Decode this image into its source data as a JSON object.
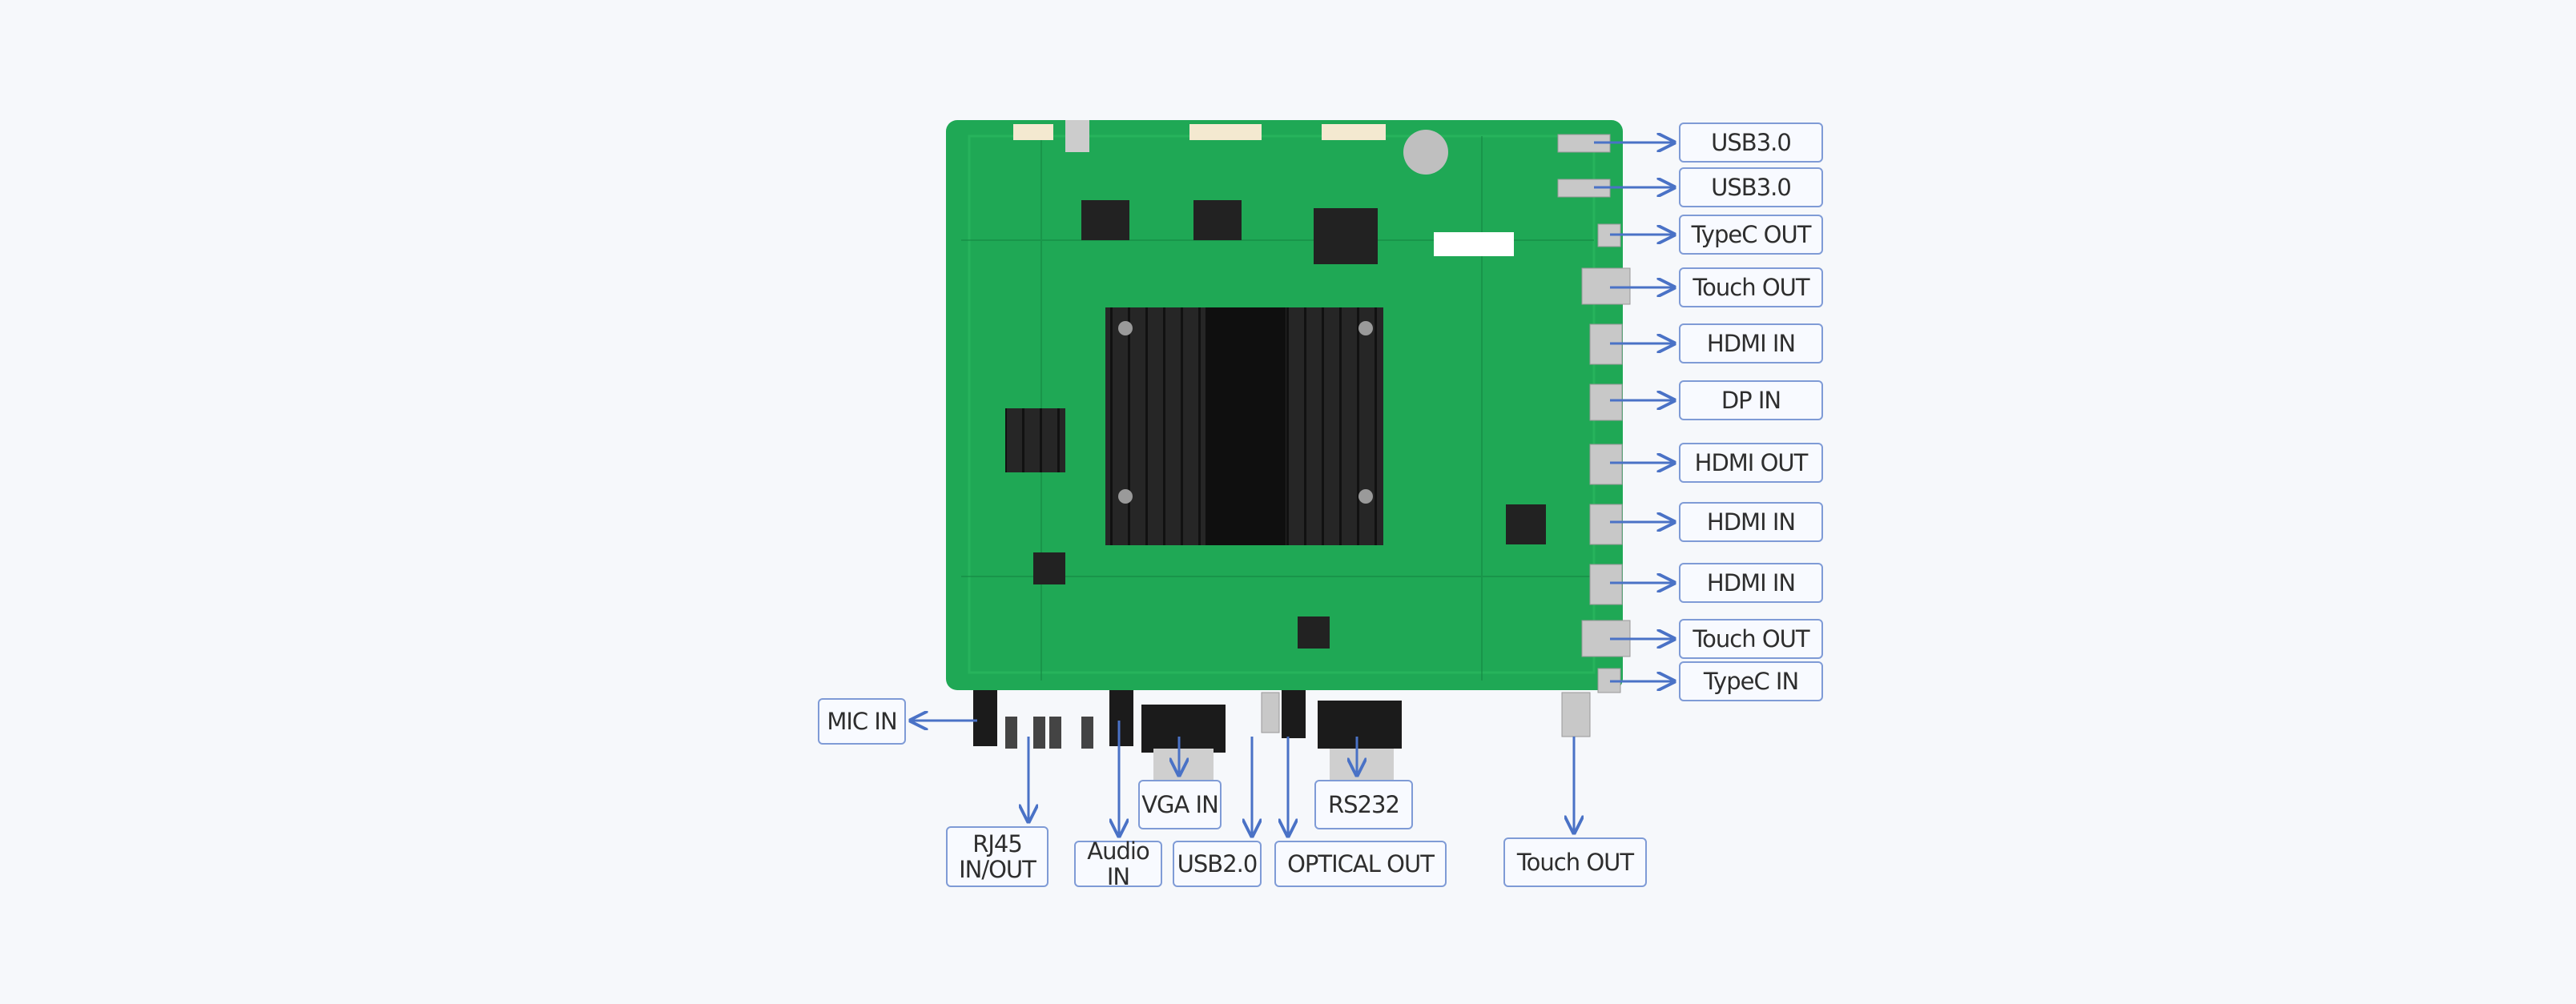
{
  "colors": {
    "arrow": "#4a72c6",
    "board": "#1fa855",
    "heatsink": "#1e1e1e",
    "label_border": "#7f9bd6"
  },
  "right_labels": [
    {
      "text": "USB3.0"
    },
    {
      "text": "USB3.0"
    },
    {
      "text": "TypeC OUT"
    },
    {
      "text": "Touch OUT"
    },
    {
      "text": "HDMI IN"
    },
    {
      "text": "DP IN"
    },
    {
      "text": "HDMI OUT"
    },
    {
      "text": "HDMI IN"
    },
    {
      "text": "HDMI IN"
    },
    {
      "text": "Touch OUT"
    },
    {
      "text": "TypeC IN"
    }
  ],
  "bottom_labels": {
    "mic_in": "MIC IN",
    "rj45_line1": "RJ45",
    "rj45_line2": "IN/OUT",
    "audio_in": "Audio IN",
    "vga_in": "VGA IN",
    "usb2": "USB2.0",
    "rs232": "RS232",
    "optical_out": "OPTICAL OUT",
    "touch_out": "Touch OUT"
  }
}
